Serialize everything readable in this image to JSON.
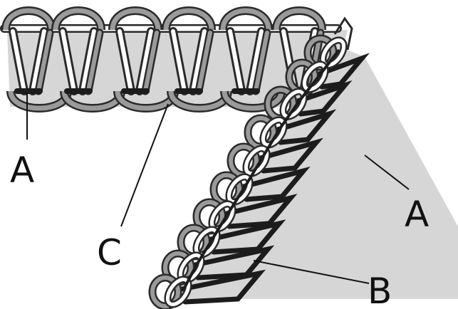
{
  "labels": {
    "a_left": "A",
    "c": "C",
    "a_right": "A",
    "b": "B"
  },
  "colors": {
    "fabric": "#d6d6d6",
    "thread_gray": "#9a9a9a",
    "thread_dark": "#1c1c1c",
    "outline": "#2a2a2a",
    "looper_white": "#ffffff"
  }
}
